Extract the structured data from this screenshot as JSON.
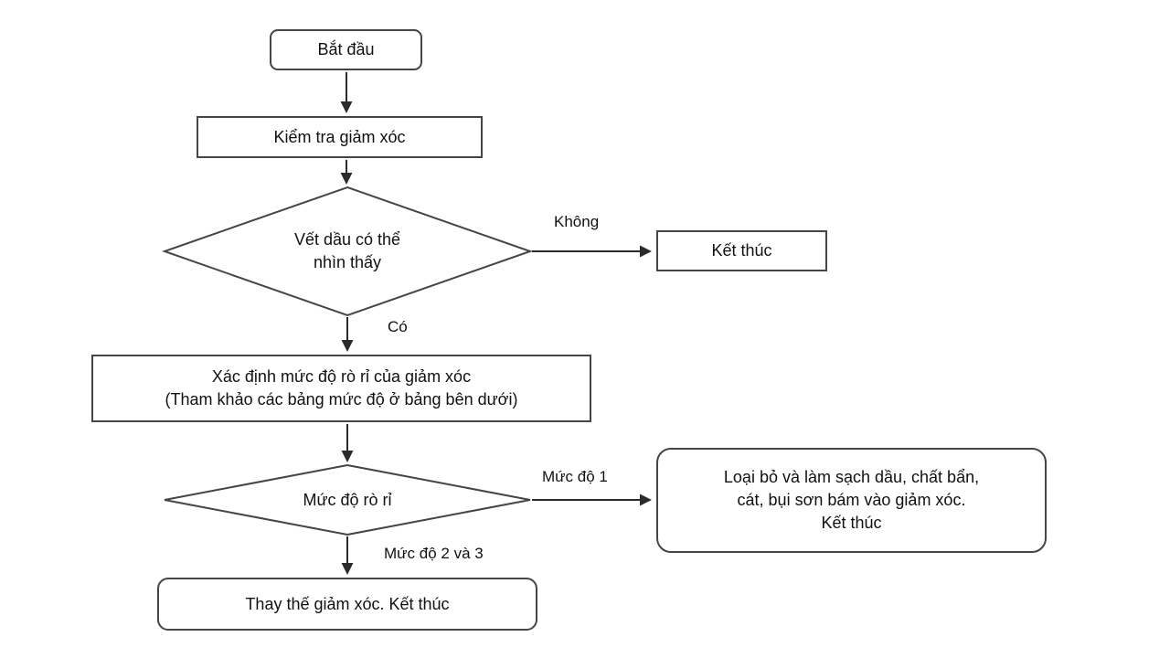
{
  "diagram": {
    "nodes": {
      "start": {
        "label": "Bắt đầu"
      },
      "check": {
        "label": "Kiểm tra giảm xóc"
      },
      "decision_oil": {
        "line1": "Vết dầu có thể",
        "line2": "nhìn thấy"
      },
      "end": {
        "label": "Kết thúc"
      },
      "determine": {
        "line1": "Xác định mức độ rò rỉ của giảm xóc",
        "line2": "(Tham khảo các bảng mức độ ở bảng bên dưới)"
      },
      "decision_level": {
        "label": "Mức độ rò rỉ"
      },
      "clean": {
        "line1": "Loại bỏ và làm sạch dầu, chất bẩn,",
        "line2": "cát, bụi sơn bám vào giảm xóc.",
        "line3": "Kết thúc"
      },
      "replace": {
        "label": "Thay thế giảm xóc. Kết thúc"
      }
    },
    "edge_labels": {
      "no": "Không",
      "yes": "Có",
      "level1": "Mức độ 1",
      "level23": "Mức độ 2 và 3"
    },
    "colors": {
      "stroke": "#454545",
      "text": "#111111",
      "background": "#ffffff"
    }
  }
}
